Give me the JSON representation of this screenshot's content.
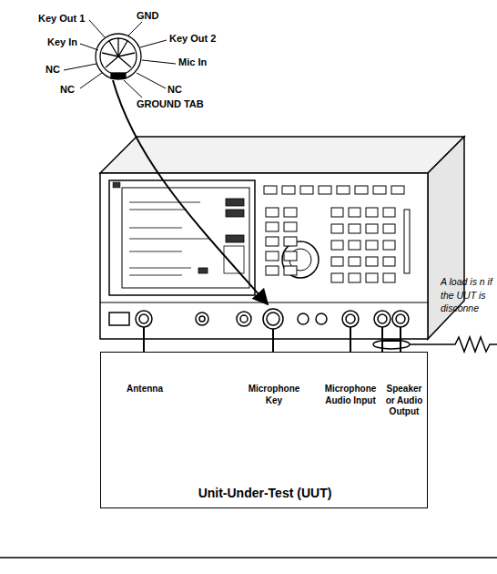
{
  "diagram": {
    "nodes": [
      {
        "text": [
          "Antenna",
          "Microphone Key",
          "Microphone Audio Input",
          "Speaker or Audio Output",
          "Unit-Under-Test (UUT)"
        ]
      }
    ],
    "labels": [
      "Key Out 1",
      "GND",
      "Key In",
      "Key Out 2",
      "NC",
      "Mic In",
      "NC",
      "NC",
      "GROUND TAB",
      "A load is n if the UUT is disconne"
    ]
  }
}
